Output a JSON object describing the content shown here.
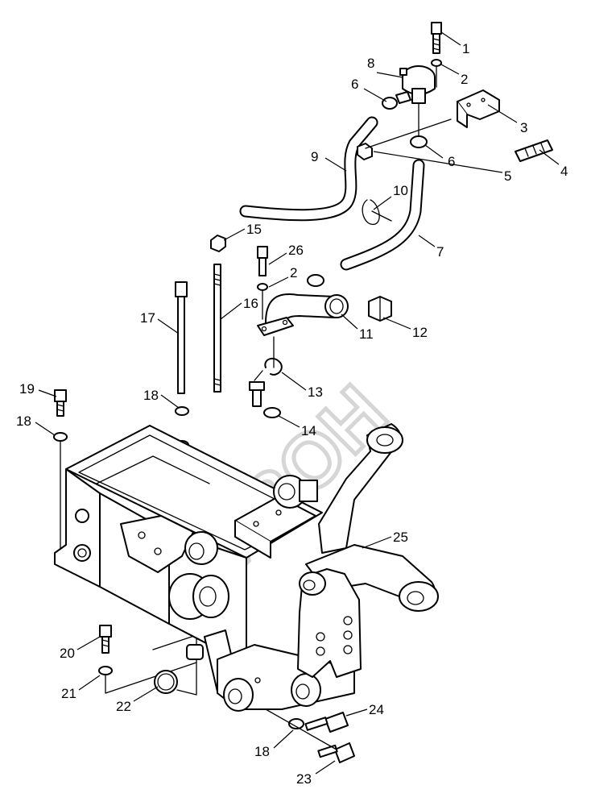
{
  "watermark": {
    "text": "БИЗОН",
    "color": "#d6d6d6"
  },
  "callouts": [
    "1",
    "2",
    "3",
    "4",
    "5",
    "6",
    "6",
    "7",
    "8",
    "9",
    "10",
    "11",
    "12",
    "13",
    "14",
    "15",
    "16",
    "17",
    "18",
    "18",
    "18",
    "19",
    "20",
    "21",
    "22",
    "23",
    "24",
    "25",
    "26",
    "2"
  ]
}
